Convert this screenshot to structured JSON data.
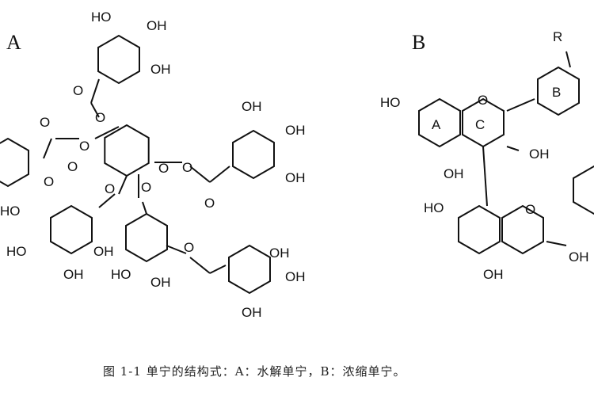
{
  "panels": {
    "a": {
      "label": "A",
      "groups": [
        "HO",
        "OH",
        "OH",
        "O",
        "O",
        "O",
        "O",
        "O",
        "O",
        "O",
        "O",
        "O",
        "OH",
        "OH",
        "OH",
        "O",
        "HO",
        "HO",
        "OH",
        "OH",
        "O",
        "HO",
        "OH",
        "O",
        "OH",
        "OH",
        "OH"
      ]
    },
    "b": {
      "label": "B",
      "groups": [
        "R",
        "HO",
        "O",
        "A",
        "C",
        "B",
        "OH",
        "OH",
        "HO",
        "O",
        "OH",
        "OH"
      ]
    }
  },
  "caption": "图 1-1 单宁的结构式：A：水解单宁，B：浓缩单宁。"
}
